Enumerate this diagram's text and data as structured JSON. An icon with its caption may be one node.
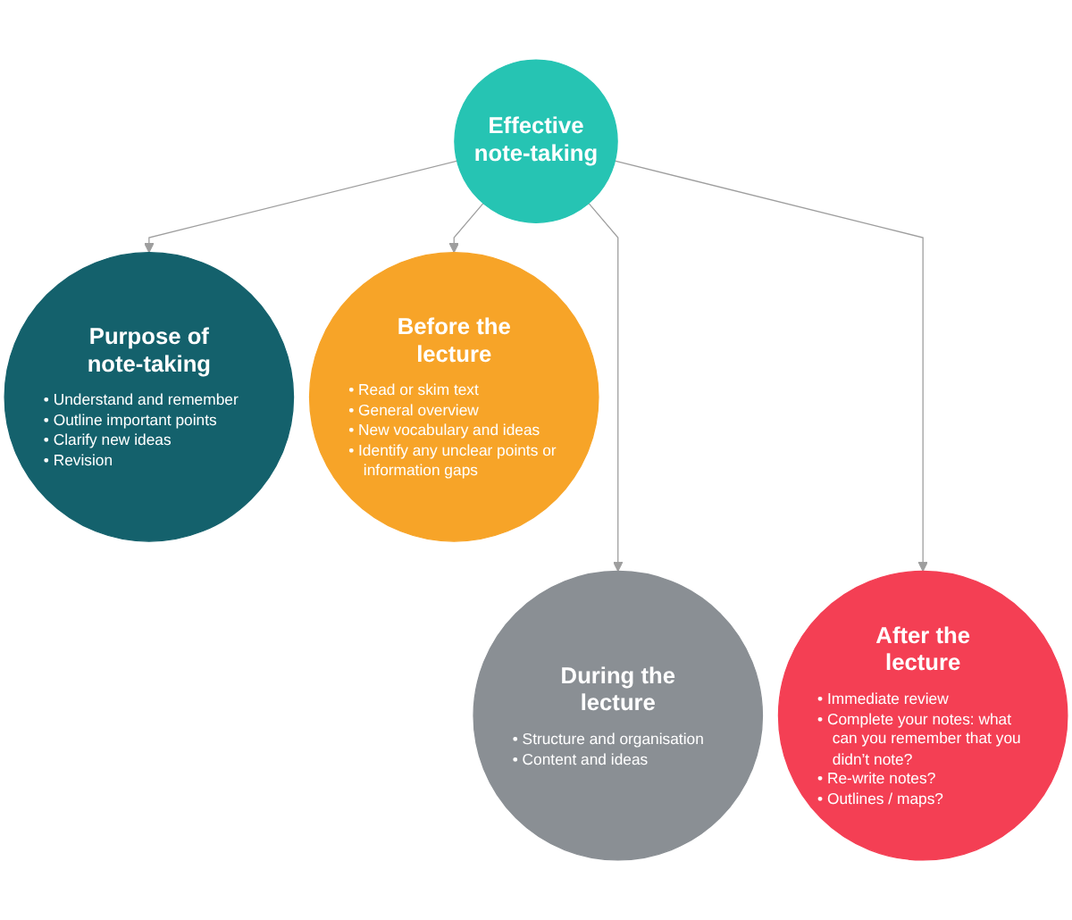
{
  "diagram": {
    "nodes": [
      {
        "text": [
          "Purpose of note-taking",
          "• Understand and remember",
          "• Outline important points",
          "• Clarify new ideas",
          "• Revision"
        ]
      },
      {
        "text": [
          "Before the lecture",
          "• Read or skim text",
          "• General overview",
          "• New vocabulary and ideas",
          "• Identify any unclear points or information gaps"
        ]
      },
      {
        "text": [
          "Effective note-taking"
        ]
      },
      {
        "text": [
          "During the lecture",
          "• Structure and organisation",
          "• Content and ideas"
        ]
      },
      {
        "text": [
          "After the lecture",
          "• Immediate review",
          "• Complete your notes: what can you remember that you didn’t note?",
          "• Re-write notes?",
          "• Outlines / maps?"
        ]
      }
    ],
    "edges": [
      {
        "from": 2,
        "to": 0,
        "arrow": "to"
      },
      {
        "from": 2,
        "to": 1,
        "arrow": "to"
      },
      {
        "from": 2,
        "to": 3,
        "arrow": "to"
      },
      {
        "from": 2,
        "to": 4,
        "arrow": "to"
      }
    ]
  }
}
